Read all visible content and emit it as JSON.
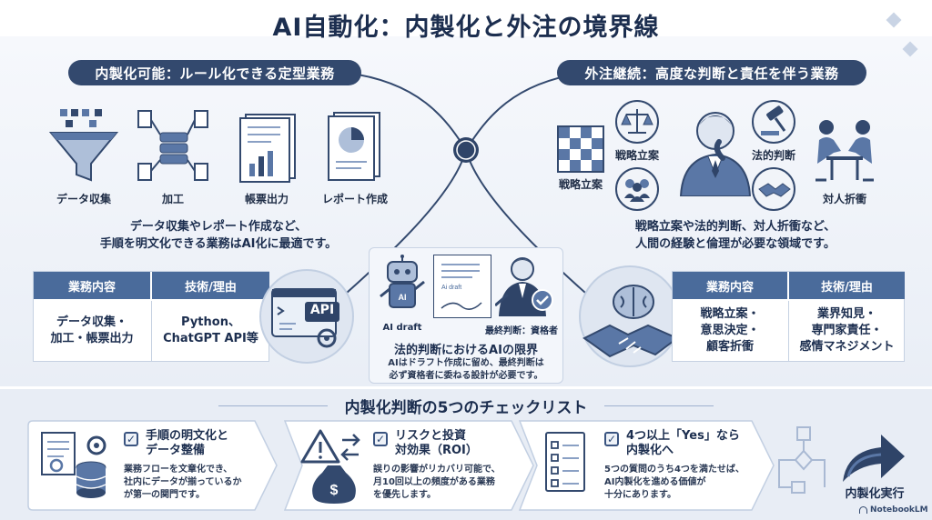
{
  "title": "AI自動化：内製化と外注の境界線",
  "left": {
    "header": "内製化可能：ルール化できる定型業務",
    "icons": [
      {
        "label": "データ収集",
        "icon": "funnel-icon"
      },
      {
        "label": "加工",
        "icon": "server-process-icon"
      },
      {
        "label": "帳票出力",
        "icon": "report-chart-icon"
      },
      {
        "label": "レポート作成",
        "icon": "pie-report-icon"
      }
    ],
    "desc_line1": "データ収集やレポート作成など、",
    "desc_line2": "手順を明文化できる業務はAI化に最適です。",
    "table": {
      "col1_header": "業務内容",
      "col2_header": "技術/理由",
      "col1_line1": "データ収集・",
      "col1_line2": "加工・帳票出力",
      "col2_line1": "Python、",
      "col2_line2": "ChatGPT API等"
    },
    "api_label": "API"
  },
  "right": {
    "header": "外注継続：高度な判断と責任を伴う業務",
    "labels": {
      "strategy_left": "戦略立案",
      "strategy_top": "戦略立案",
      "legal": "法的判断",
      "negotiation": "対人折衝"
    },
    "desc_line1": "戦略立案や法的判断、対人折衝など、",
    "desc_line2": "人間の経験と倫理が必要な領域です。",
    "table": {
      "col1_header": "業務内容",
      "col2_header": "技術/理由",
      "col1_line1": "戦略立案・",
      "col1_line2": "意思決定・",
      "col1_line3": "顧客折衝",
      "col2_line1": "業界知見・",
      "col2_line2": "専門家責任・",
      "col2_line3": "感情マネジメント"
    }
  },
  "center": {
    "ai_draft_label": "AI draft",
    "final_label": "最終判断：資格者",
    "doc_label": "Ai draft",
    "title": "法的判断におけるAIの限界",
    "desc_line1": "AIはドラフト作成に留め、最終判断は",
    "desc_line2": "必ず資格者に委ねる設計が必要です。"
  },
  "checklist": {
    "header": "内製化判断の5つのチェックリスト",
    "cards": [
      {
        "title_line1": "手順の明文化と",
        "title_line2": "データ整備",
        "body_line1": "業務フローを文章化でき、",
        "body_line2": "社内にデータが揃っているか",
        "body_line3": "が第一の関門です。"
      },
      {
        "title_line1": "リスクと投資",
        "title_line2": "対効果（ROI）",
        "body_line1": "誤りの影響がリカバリ可能で、",
        "body_line2": "月10回以上の頻度がある業務",
        "body_line3": "を優先します。"
      },
      {
        "title_line1": "4つ以上「Yes」なら",
        "title_line2": "内製化へ",
        "body_line1": "5つの質問のうち4つを満たせば、",
        "body_line2": "AI内製化を進める価値が",
        "body_line3": "十分にあります。"
      }
    ],
    "final_label": "内製化実行"
  },
  "footer": {
    "brand": "NotebookLM"
  },
  "colors": {
    "navy": "#33496e",
    "header_blue": "#4a6b9b",
    "bg_light": "#e9eef6",
    "line": "#33496e"
  }
}
